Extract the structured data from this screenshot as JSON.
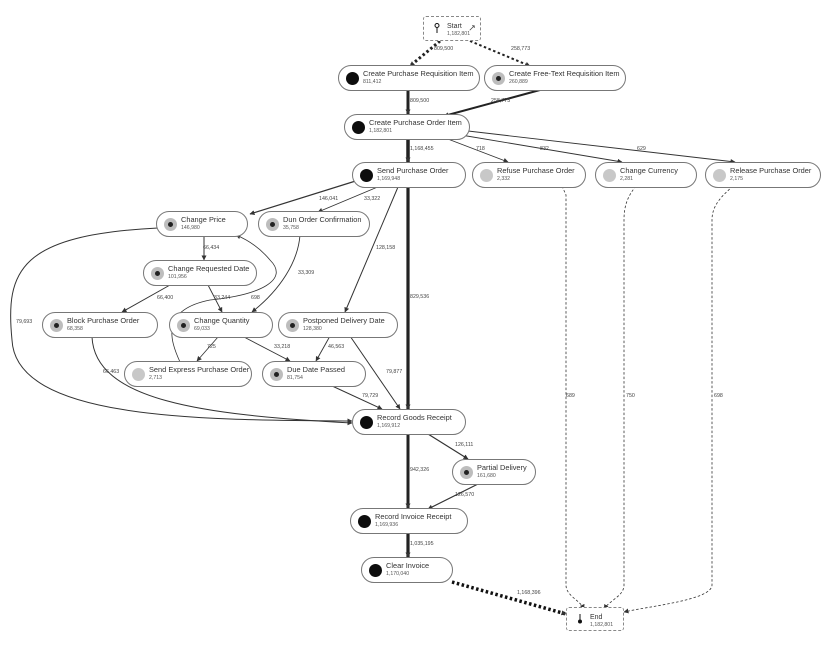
{
  "nodes": [
    {
      "id": "start",
      "label": "Start",
      "count": "1,182,801",
      "icon": "start-pin-icon"
    },
    {
      "id": "cpri",
      "label": "Create Purchase Requisition Item",
      "count": "811,412",
      "icon": "black-dot-icon"
    },
    {
      "id": "cftri",
      "label": "Create Free-Text Requisition Item",
      "count": "260,889",
      "icon": "ring-dot-icon"
    },
    {
      "id": "cpoi",
      "label": "Create Purchase Order Item",
      "count": "1,182,801",
      "icon": "black-dot-icon"
    },
    {
      "id": "spo",
      "label": "Send Purchase Order",
      "count": "1,169,948",
      "icon": "black-dot-icon"
    },
    {
      "id": "rpo",
      "label": "Refuse Purchase Order",
      "count": "2,332",
      "icon": "light-dot-icon"
    },
    {
      "id": "cc",
      "label": "Change Currency",
      "count": "2,281",
      "icon": "light-dot-icon"
    },
    {
      "id": "rlpo",
      "label": "Release Purchase Order",
      "count": "2,175",
      "icon": "light-dot-icon"
    },
    {
      "id": "cp",
      "label": "Change Price",
      "count": "146,980",
      "icon": "ring-dot-icon"
    },
    {
      "id": "doc",
      "label": "Dun Order Confirmation",
      "count": "35,758",
      "icon": "ring-dot-icon"
    },
    {
      "id": "crd",
      "label": "Change Requested Date",
      "count": "101,956",
      "icon": "ring-dot-icon"
    },
    {
      "id": "bpo",
      "label": "Block Purchase Order",
      "count": "68,358",
      "icon": "ring-dot-icon"
    },
    {
      "id": "cq",
      "label": "Change Quantity",
      "count": "69,033",
      "icon": "ring-dot-icon"
    },
    {
      "id": "pdd",
      "label": "Postponed Delivery Date",
      "count": "128,380",
      "icon": "ring-dot-icon"
    },
    {
      "id": "sepo",
      "label": "Send Express Purchase Order",
      "count": "2,713",
      "icon": "light-dot-icon"
    },
    {
      "id": "ddp",
      "label": "Due Date Passed",
      "count": "81,754",
      "icon": "ring-dot-icon"
    },
    {
      "id": "rgr",
      "label": "Record Goods Receipt",
      "count": "1,169,912",
      "icon": "black-dot-icon"
    },
    {
      "id": "pd",
      "label": "Partial Delivery",
      "count": "161,680",
      "icon": "ring-dot-icon"
    },
    {
      "id": "rir",
      "label": "Record Invoice Receipt",
      "count": "1,169,936",
      "icon": "black-dot-icon"
    },
    {
      "id": "ci",
      "label": "Clear Invoice",
      "count": "1,170,040",
      "icon": "black-dot-icon"
    },
    {
      "id": "end",
      "label": "End",
      "count": "1,182,801",
      "icon": "end-pin-icon"
    }
  ],
  "edges": [
    {
      "id": "e1",
      "label": "809,500"
    },
    {
      "id": "e2",
      "label": "258,773"
    },
    {
      "id": "e3",
      "label": "809,500"
    },
    {
      "id": "e4",
      "label": "258,773"
    },
    {
      "id": "e5",
      "label": "1,168,455"
    },
    {
      "id": "e6",
      "label": "718"
    },
    {
      "id": "e7",
      "label": "832"
    },
    {
      "id": "e8",
      "label": "629"
    },
    {
      "id": "e9",
      "label": "146,041"
    },
    {
      "id": "e10",
      "label": "33,322"
    },
    {
      "id": "e11",
      "label": "128,158"
    },
    {
      "id": "e12",
      "label": "829,536"
    },
    {
      "id": "e13",
      "label": "66,434"
    },
    {
      "id": "e14",
      "label": "79,693"
    },
    {
      "id": "e15",
      "label": "33,309"
    },
    {
      "id": "e16",
      "label": "66,400"
    },
    {
      "id": "e17",
      "label": "33,244"
    },
    {
      "id": "e18",
      "label": "698"
    },
    {
      "id": "e19",
      "label": "725"
    },
    {
      "id": "e20",
      "label": "33,218"
    },
    {
      "id": "e21",
      "label": "46,563"
    },
    {
      "id": "e22",
      "label": "79,877"
    },
    {
      "id": "e23",
      "label": "66,463"
    },
    {
      "id": "e24",
      "label": "79,729"
    },
    {
      "id": "e25",
      "label": "126,111"
    },
    {
      "id": "e26",
      "label": "942,326"
    },
    {
      "id": "e27",
      "label": "126,570"
    },
    {
      "id": "e28",
      "label": "1,035,195"
    },
    {
      "id": "e29",
      "label": "1,168,396"
    },
    {
      "id": "e30",
      "label": "689"
    },
    {
      "id": "e31",
      "label": "750"
    },
    {
      "id": "e32",
      "label": "698"
    }
  ]
}
